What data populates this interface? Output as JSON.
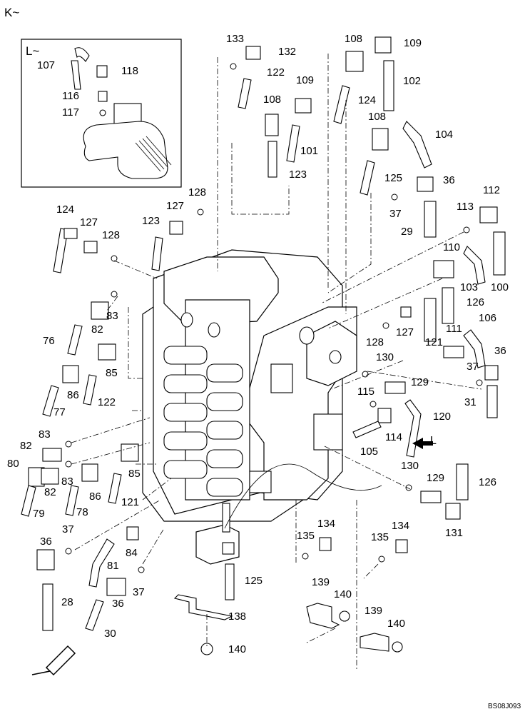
{
  "view_label": "K~",
  "inset_label": "L~",
  "arrow_label": "L",
  "reference": "BS08J093",
  "part_numbers": {
    "p107": "107",
    "p118": "118",
    "p116": "116",
    "p117": "117",
    "p133": "133",
    "p132": "132",
    "p122a": "122",
    "p109a": "109",
    "p108a": "108",
    "p101": "101",
    "p123a": "123",
    "p128a": "128",
    "p127a": "127",
    "p108b": "108",
    "p109b": "109",
    "p102": "102",
    "p124a": "124",
    "p108c": "108",
    "p104": "104",
    "p125a": "125",
    "p36a": "36",
    "p37a": "37",
    "p112": "112",
    "p113": "113",
    "p29": "29",
    "p110": "110",
    "p103": "103",
    "p100": "100",
    "p126a": "126",
    "p106": "106",
    "p36b": "36",
    "p127b": "127",
    "p128b": "128",
    "p121a": "121",
    "p111": "111",
    "p37b": "37",
    "p31": "31",
    "p130a": "130",
    "p129a": "129",
    "p120": "120",
    "p115": "115",
    "p114": "114",
    "p105": "105",
    "p130b": "130",
    "p129b": "129",
    "p126b": "126",
    "p131": "131",
    "p124b": "124",
    "p127c": "127",
    "p128c": "128",
    "p123b": "123",
    "p83a": "83",
    "p82a": "82",
    "p76": "76",
    "p85a": "85",
    "p86a": "86",
    "p122b": "122",
    "p77": "77",
    "p83b": "83",
    "p82b": "82",
    "p80": "80",
    "p83c": "83",
    "p82c": "82",
    "p79": "79",
    "p86b": "86",
    "p78": "78",
    "p85b": "85",
    "p121b": "121",
    "p36c": "36",
    "p37c": "37",
    "p81": "81",
    "p84": "84",
    "p28": "28",
    "p36d": "36",
    "p37d": "37",
    "p30": "30",
    "p125b": "125",
    "p138": "138",
    "p140a": "140",
    "p134a": "134",
    "p135a": "135",
    "p134b": "134",
    "p135b": "135",
    "p139a": "139",
    "p140b": "140",
    "p139b": "139",
    "p140c": "140"
  }
}
